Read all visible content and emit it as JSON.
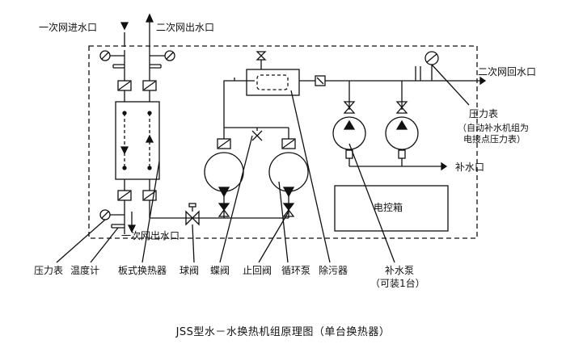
{
  "labels": {
    "primary_inlet": "一次网进水口",
    "secondary_outlet": "二次网出水口",
    "secondary_return": "二次网回水口",
    "primary_outlet": "一次网出水口",
    "makeup_inlet": "补水口",
    "pressure_gauge_right": "压力表",
    "pressure_note_1": "（自动补水机组为",
    "pressure_note_2": "电接点压力表）",
    "control_box": "电控箱"
  },
  "callouts": {
    "pressure_gauge": "压力表",
    "thermometer": "温度计",
    "plate_exchanger": "板式换热器",
    "ball_valve": "球阀",
    "butterfly_valve": "蝶阀",
    "check_valve": "止回阀",
    "circulation_pump": "循环泵",
    "strainer": "除污器",
    "makeup_pump": "补水泵",
    "makeup_pump_note": "（可装1台）"
  },
  "caption": "JSS型水－水换热机组原理图（单台换热器）"
}
